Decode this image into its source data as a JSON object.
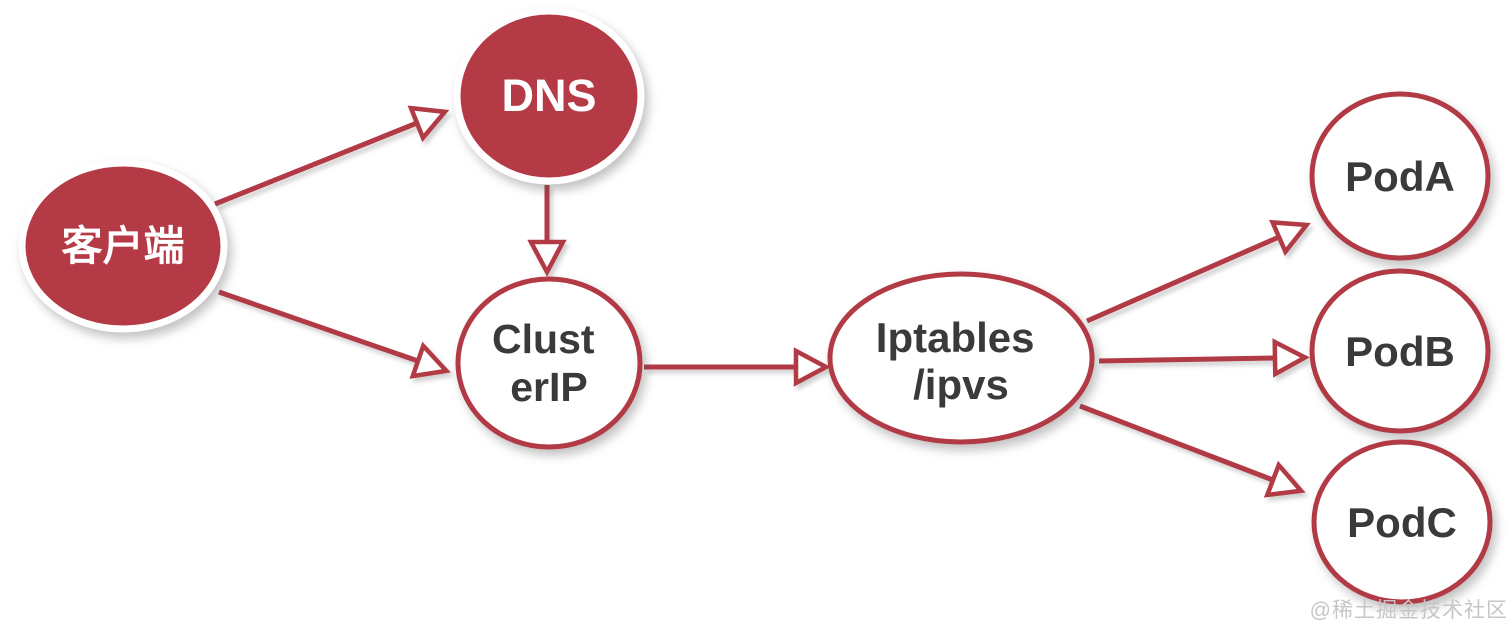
{
  "diagram": {
    "title": "service-routing-flow",
    "colors": {
      "node_fill_red": "#b43a45",
      "node_stroke_red": "#b13a45",
      "node_ring_white": "#ffffff",
      "label_dark": "#3a3a3c",
      "label_white": "#ffffff",
      "watermark_gray": "#c6c6c6",
      "background": "#ffffff"
    },
    "nodes": {
      "client": {
        "label": "客户端",
        "shape": "ellipse",
        "style": "filled-red"
      },
      "dns": {
        "label": "DNS",
        "shape": "circle",
        "style": "filled-red"
      },
      "clusterip": {
        "label": "ClusterIP",
        "line1": "Clust",
        "line2": "erIP",
        "shape": "circle",
        "style": "red-outline"
      },
      "iptables": {
        "label": "Iptables/ipvs",
        "line1": "Iptables",
        "line2": "/ipvs",
        "shape": "ellipse",
        "style": "red-outline"
      },
      "poda": {
        "label": "PodA",
        "shape": "circle",
        "style": "red-outline"
      },
      "podb": {
        "label": "PodB",
        "shape": "circle",
        "style": "red-outline"
      },
      "podc": {
        "label": "PodC",
        "shape": "circle",
        "style": "red-outline"
      }
    },
    "edges": [
      {
        "from": "client",
        "to": "dns",
        "arrowhead": "hollow-triangle"
      },
      {
        "from": "client",
        "to": "clusterip",
        "arrowhead": "hollow-triangle"
      },
      {
        "from": "dns",
        "to": "clusterip",
        "arrowhead": "hollow-triangle"
      },
      {
        "from": "clusterip",
        "to": "iptables",
        "arrowhead": "hollow-triangle"
      },
      {
        "from": "iptables",
        "to": "poda",
        "arrowhead": "hollow-triangle"
      },
      {
        "from": "iptables",
        "to": "podb",
        "arrowhead": "hollow-triangle"
      },
      {
        "from": "iptables",
        "to": "podc",
        "arrowhead": "hollow-triangle"
      }
    ]
  },
  "watermark": {
    "text": "@稀土掘金技术社区"
  }
}
